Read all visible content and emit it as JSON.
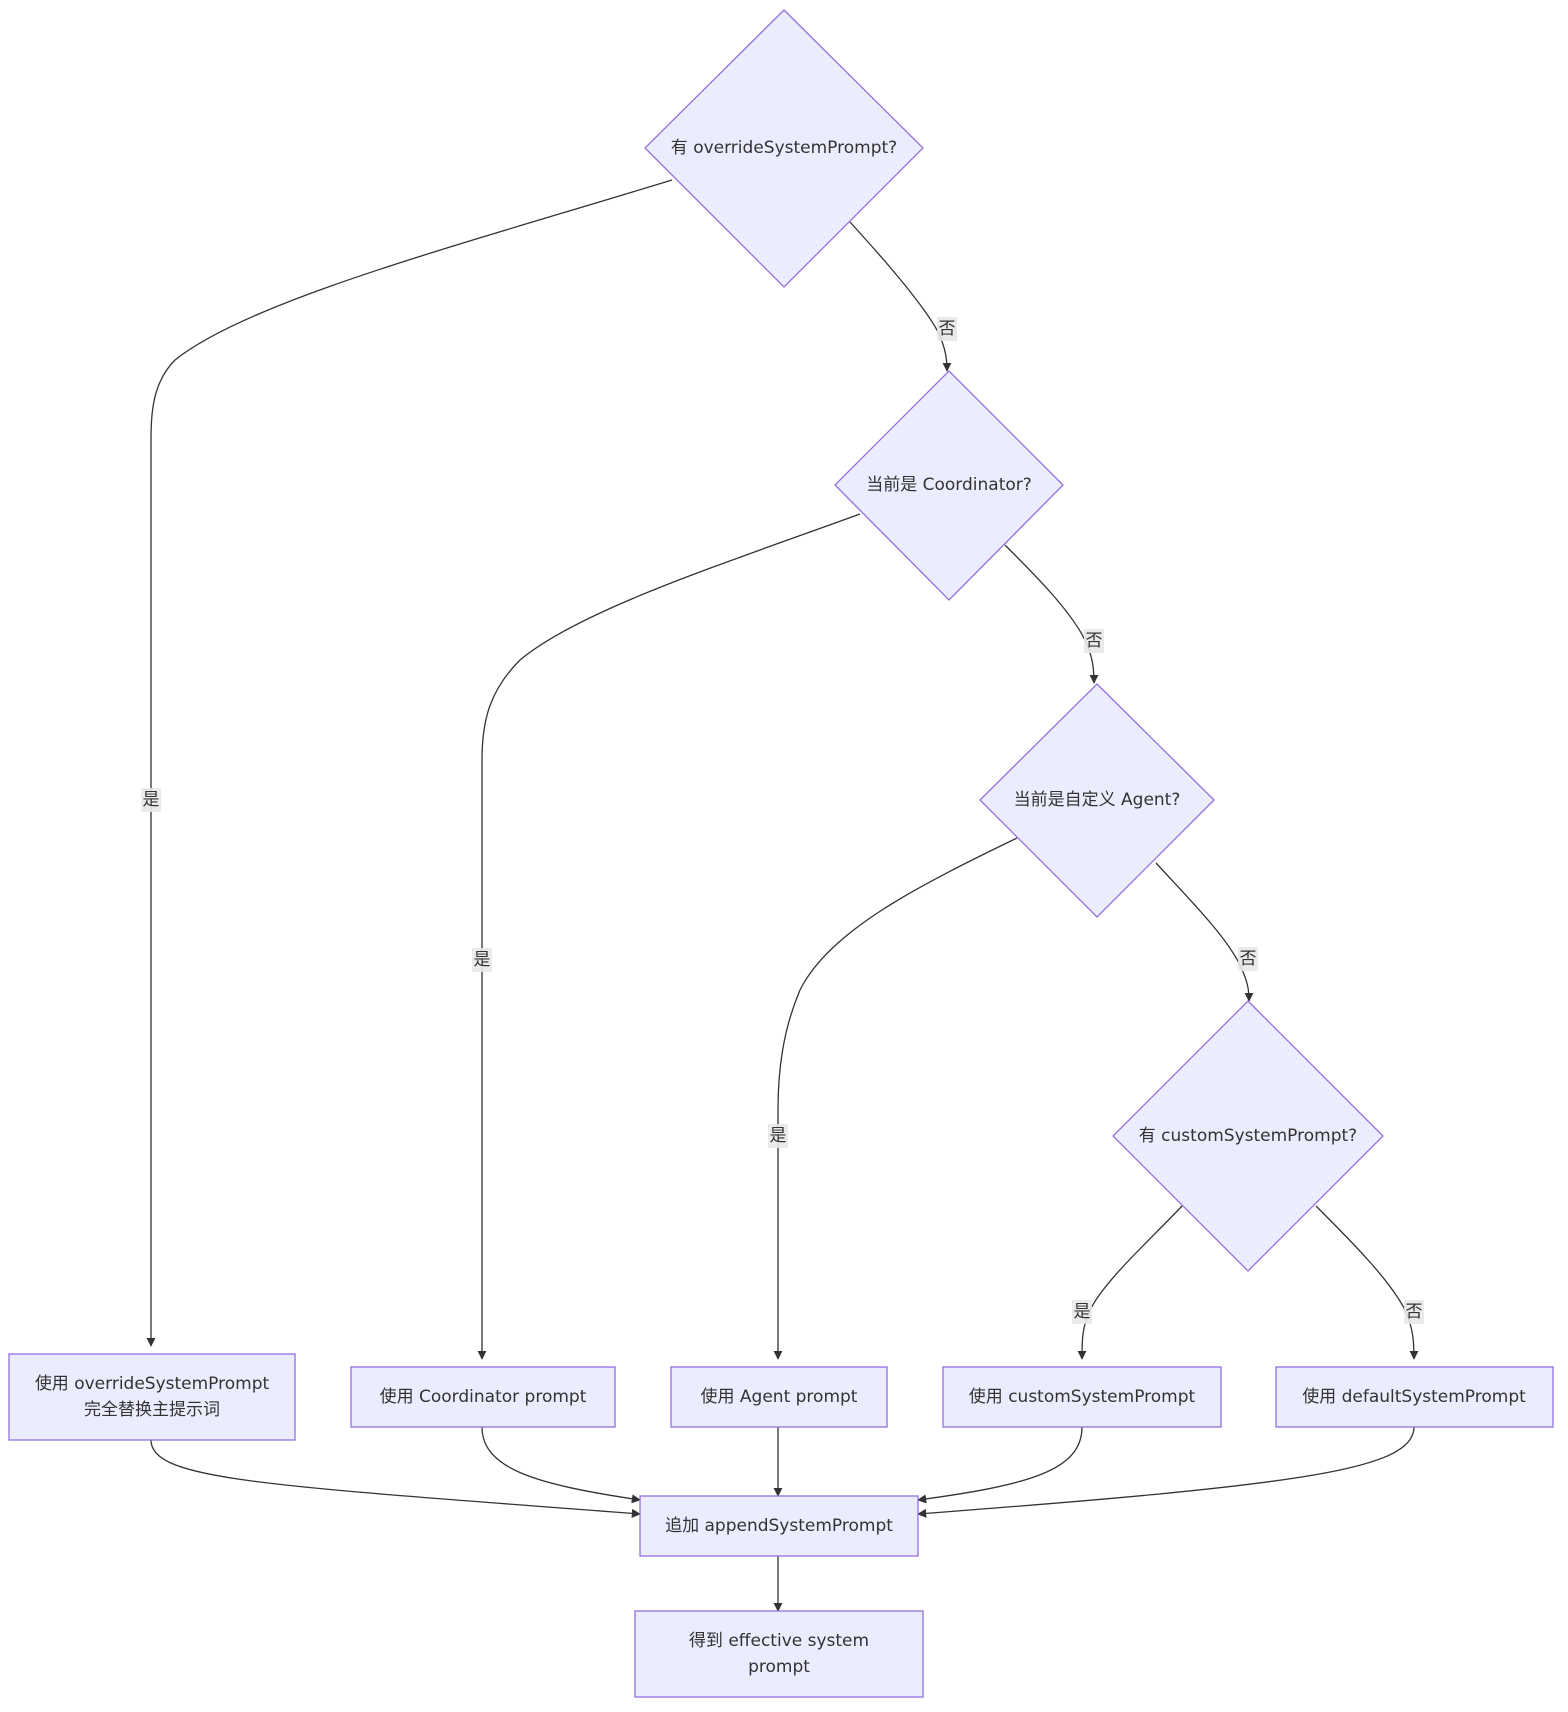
{
  "colors": {
    "node_fill": "#ECECFF",
    "node_stroke": "#9370DB",
    "edge": "#333333",
    "text": "#333333",
    "edge_label_bg": "#e8e8e8"
  },
  "nodes": {
    "d_override": {
      "shape": "diamond",
      "label": "有 overrideSystemPrompt?"
    },
    "d_coordinator": {
      "shape": "diamond",
      "label": "当前是 Coordinator?"
    },
    "d_custom_agent": {
      "shape": "diamond",
      "label": "当前是自定义 Agent?"
    },
    "d_custom_prompt": {
      "shape": "diamond",
      "label": "有 customSystemPrompt?"
    },
    "b_override": {
      "shape": "rect",
      "label_lines": [
        "使用 overrideSystemPrompt",
        "完全替换主提示词"
      ]
    },
    "b_coordinator": {
      "shape": "rect",
      "label": "使用 Coordinator prompt"
    },
    "b_agent": {
      "shape": "rect",
      "label": "使用 Agent prompt"
    },
    "b_custom": {
      "shape": "rect",
      "label": "使用 customSystemPrompt"
    },
    "b_default": {
      "shape": "rect",
      "label": "使用 defaultSystemPrompt"
    },
    "b_append": {
      "shape": "rect",
      "label": "追加 appendSystemPrompt"
    },
    "b_result": {
      "shape": "rect",
      "label_lines": [
        "得到 effective system",
        "prompt"
      ]
    }
  },
  "edges": [
    {
      "from": "d_override",
      "to": "b_override",
      "label": "是"
    },
    {
      "from": "d_override",
      "to": "d_coordinator",
      "label": "否"
    },
    {
      "from": "d_coordinator",
      "to": "b_coordinator",
      "label": "是"
    },
    {
      "from": "d_coordinator",
      "to": "d_custom_agent",
      "label": "否"
    },
    {
      "from": "d_custom_agent",
      "to": "b_agent",
      "label": "是"
    },
    {
      "from": "d_custom_agent",
      "to": "d_custom_prompt",
      "label": "否"
    },
    {
      "from": "d_custom_prompt",
      "to": "b_custom",
      "label": "是"
    },
    {
      "from": "d_custom_prompt",
      "to": "b_default",
      "label": "否"
    },
    {
      "from": "b_override",
      "to": "b_append",
      "label": ""
    },
    {
      "from": "b_coordinator",
      "to": "b_append",
      "label": ""
    },
    {
      "from": "b_agent",
      "to": "b_append",
      "label": ""
    },
    {
      "from": "b_custom",
      "to": "b_append",
      "label": ""
    },
    {
      "from": "b_default",
      "to": "b_append",
      "label": ""
    },
    {
      "from": "b_append",
      "to": "b_result",
      "label": ""
    }
  ]
}
